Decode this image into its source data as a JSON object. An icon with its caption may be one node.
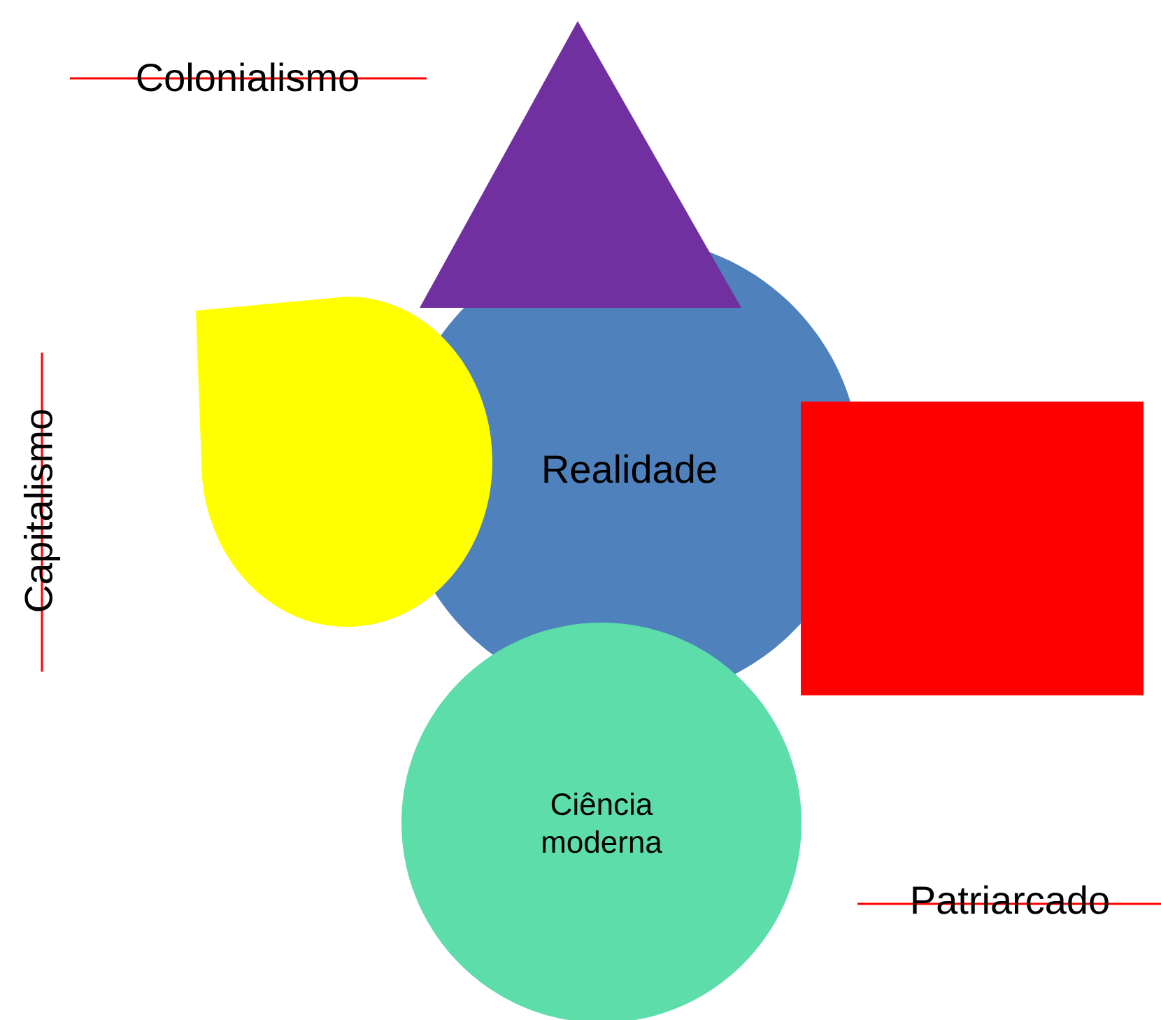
{
  "diagram": {
    "nodes": [
      {
        "text": [],
        "shape": "triangle"
      },
      {
        "text": [],
        "shape": "drop"
      },
      {
        "text": [
          "Realidade"
        ]
      },
      {
        "text": [],
        "shape": "box"
      },
      {
        "text": [
          "Ciência moderna"
        ]
      }
    ],
    "labels": [
      "Colonialismo",
      "Capitalismo",
      "Patriarcado"
    ]
  }
}
